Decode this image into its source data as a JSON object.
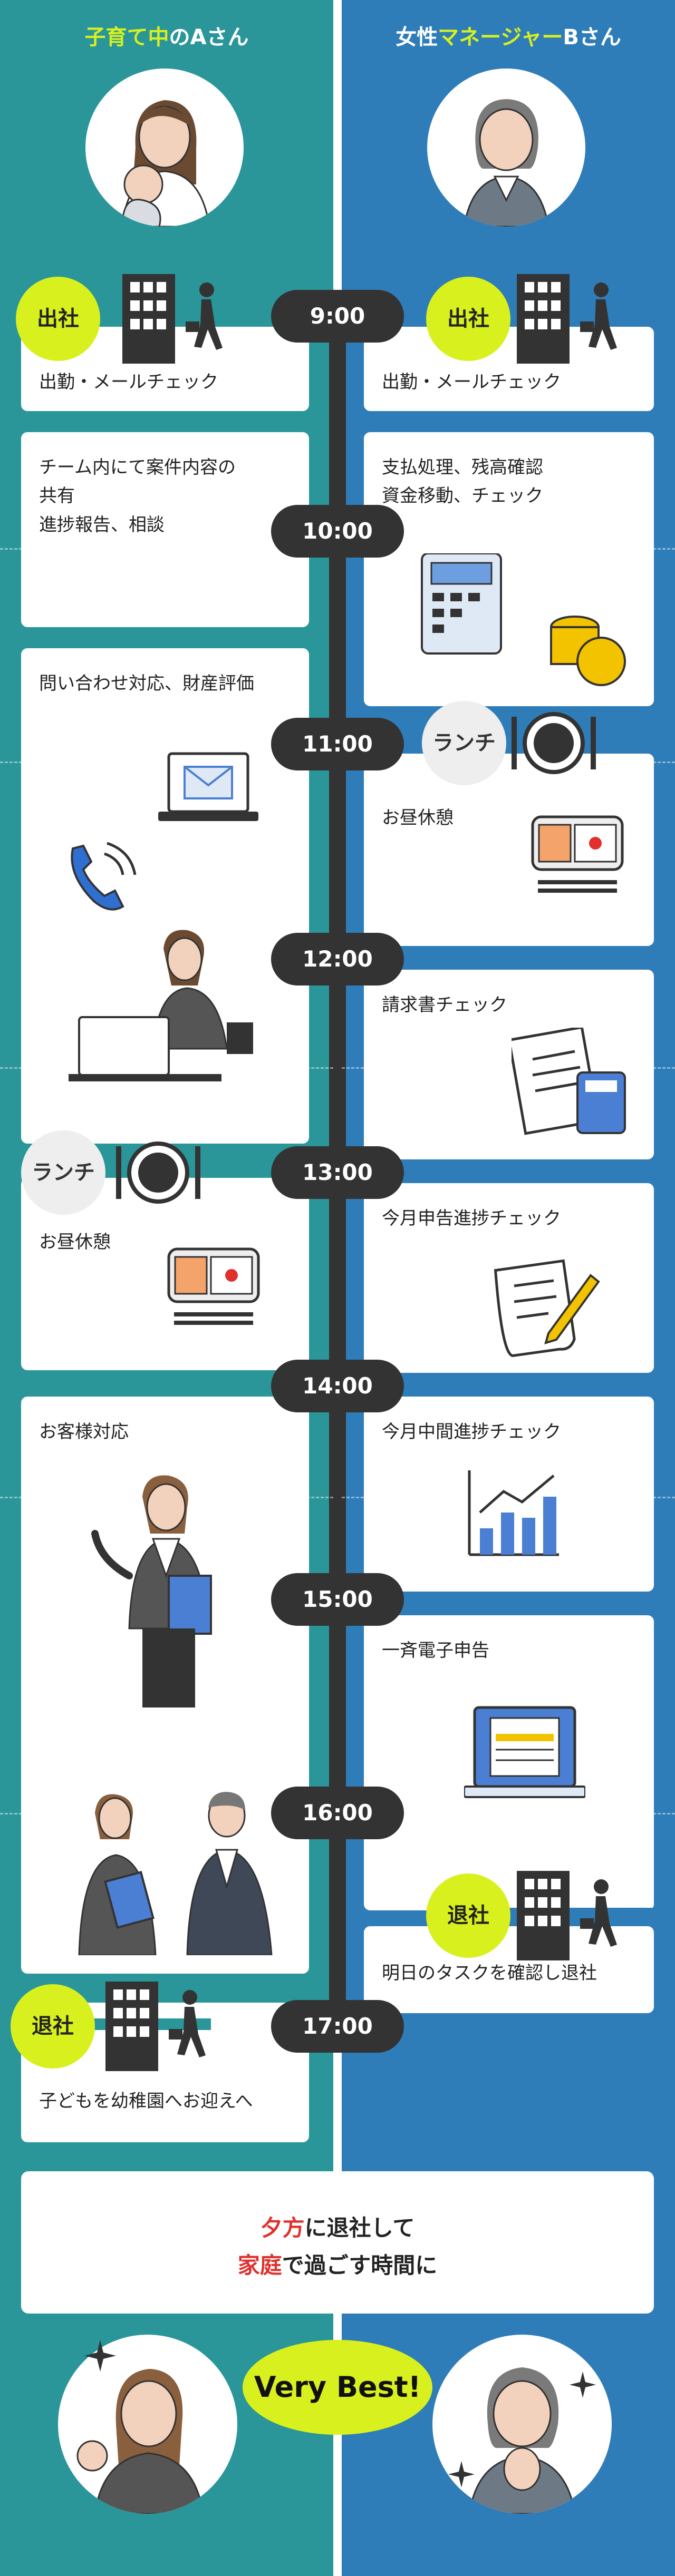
{
  "header": {
    "left_prefix": "子育て中",
    "left_suffix": "のAさん",
    "right_prefix": "女性",
    "right_highlight": "マネージャー",
    "right_suffix": "Bさん"
  },
  "times": [
    "9:00",
    "10:00",
    "11:00",
    "12:00",
    "13:00",
    "14:00",
    "15:00",
    "16:00",
    "17:00"
  ],
  "badges": {
    "in_label": "出社",
    "lunch_label": "ランチ",
    "out_label": "退社"
  },
  "left": {
    "c1": "出勤・メールチェック",
    "c2": "チーム内にて案件内容の\n共有\n進捗報告、相談",
    "c3": "問い合わせ対応、財産評価",
    "c4": "お昼休憩",
    "c5": "お客様対応",
    "c6": "子どもを幼稚園へお迎えへ"
  },
  "right": {
    "c1": "出勤・メールチェック",
    "c2": "支払処理、残高確認\n資金移動、チェック",
    "c3": "お昼休憩",
    "c4": "請求書チェック",
    "c5": "今月申告進捗チェック",
    "c6": "今月中間進捗チェック",
    "c7": "一斉電子申告",
    "c8": "明日のタスクを確認し退社"
  },
  "bottom": {
    "line1_red": "夕方",
    "line1_rest": "に退社して",
    "line2_red": "家庭",
    "line2_rest": "で過ごす時間に"
  },
  "very_best": "Very Best!",
  "colors": {
    "left_bg": "#2a969a",
    "right_bg": "#2f7db8",
    "accent_yellow": "#d8f01e",
    "time_pill": "#333333",
    "accent_red": "#e0302c"
  }
}
